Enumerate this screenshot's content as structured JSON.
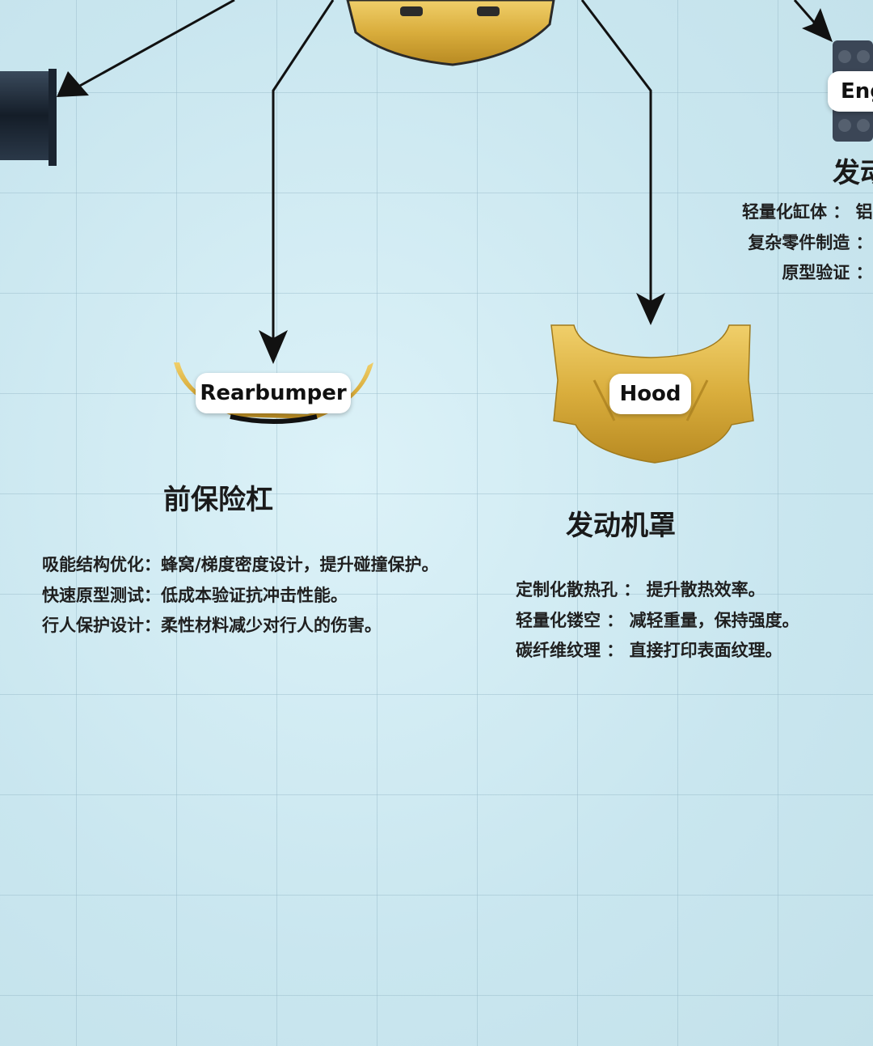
{
  "labels": {
    "rearbumper": "Rearbumper",
    "hood": "Hood",
    "engine": "Eng"
  },
  "sections": {
    "front_bumper": {
      "title": "前保险杠",
      "lines": [
        "吸能结构优化：蜂窝/梯度密度设计，提升碰撞保护。",
        "快速原型测试：低成本验证抗冲击性能。",
        "行人保护设计：柔性材料减少对行人的伤害。"
      ]
    },
    "hood": {
      "title": "发动机罩",
      "lines": [
        "定制化散热孔 ： 提升散热效率。",
        "轻量化镂空 ： 减轻重量，保持强度。",
        "碳纤维纹理 ： 直接打印表面纹理。"
      ]
    },
    "engine": {
      "title": "发动",
      "lines": [
        "轻量化缸体 ： 铝",
        "复杂零件制造 ：",
        "原型验证 ："
      ]
    }
  },
  "colors": {
    "gold": "#d9ad3c",
    "dark_part": "#1c2a3a",
    "arrow": "#111111"
  }
}
